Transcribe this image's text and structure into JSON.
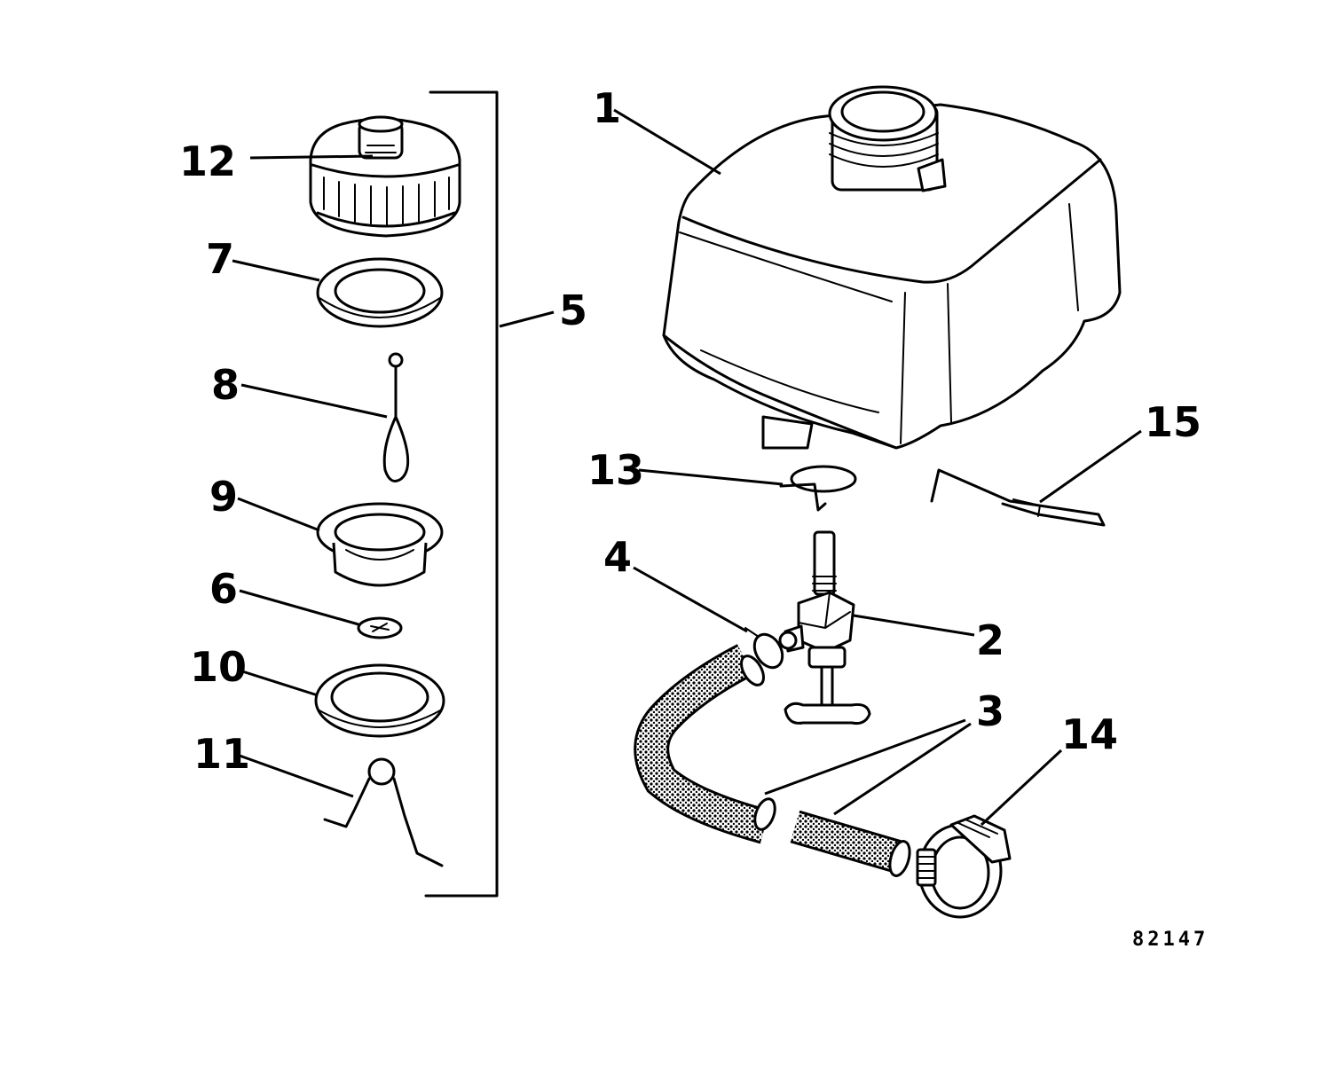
{
  "callouts": {
    "c1": "1",
    "c2": "2",
    "c3": "3",
    "c4": "4",
    "c5": "5",
    "c6": "6",
    "c7": "7",
    "c8": "8",
    "c9": "9",
    "c10": "10",
    "c11": "11",
    "c12": "12",
    "c13": "13",
    "c14": "14",
    "c15": "15"
  },
  "figure_number": "82147",
  "colors": {
    "ink": "#000000",
    "background": "#ffffff"
  }
}
